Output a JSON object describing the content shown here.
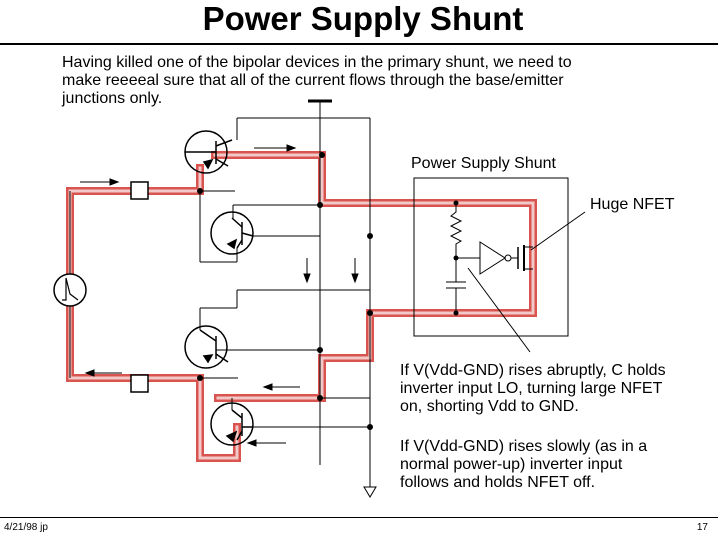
{
  "title": "Power Supply Shunt",
  "intro": "Having killed one of the bipolar devices in the primary shunt, we need to\nmake reeeeal sure that all of the current flows through the base/emitter\njunctions only.",
  "diagram": {
    "box_label": "Power Supply Shunt",
    "nfet_label": "Huge NFET",
    "note_fast": "If V(Vdd-GND) rises abruptly, C holds\ninverter input LO, turning large NFET\non, shorting Vdd to GND.",
    "note_slow": "If V(Vdd-GND) rises slowly (as in a\nnormal power-up) inverter input\nfollows and holds NFET off.",
    "current_path_color": "#d9534f"
  },
  "footer": {
    "date": "4/21/98  jp",
    "page": "17"
  }
}
